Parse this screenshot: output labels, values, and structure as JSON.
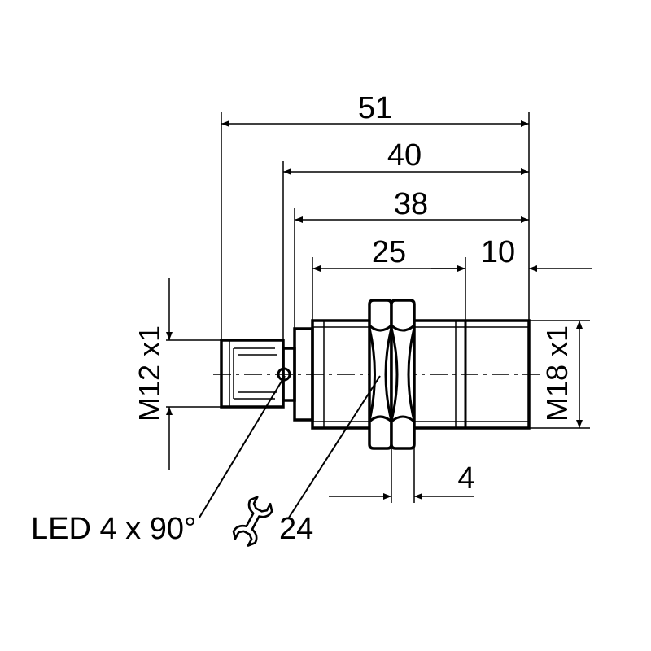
{
  "dimensions": {
    "d51": "51",
    "d40": "40",
    "d38": "38",
    "d25": "25",
    "d10": "10",
    "d4": "4",
    "m12": "M12 x1",
    "m18": "M18 x1"
  },
  "callouts": {
    "led": "LED 4 x 90°",
    "wrench_size": "24"
  },
  "icons": {
    "wrench": "wrench-icon"
  },
  "colors": {
    "line": "#000000",
    "background": "#ffffff"
  }
}
